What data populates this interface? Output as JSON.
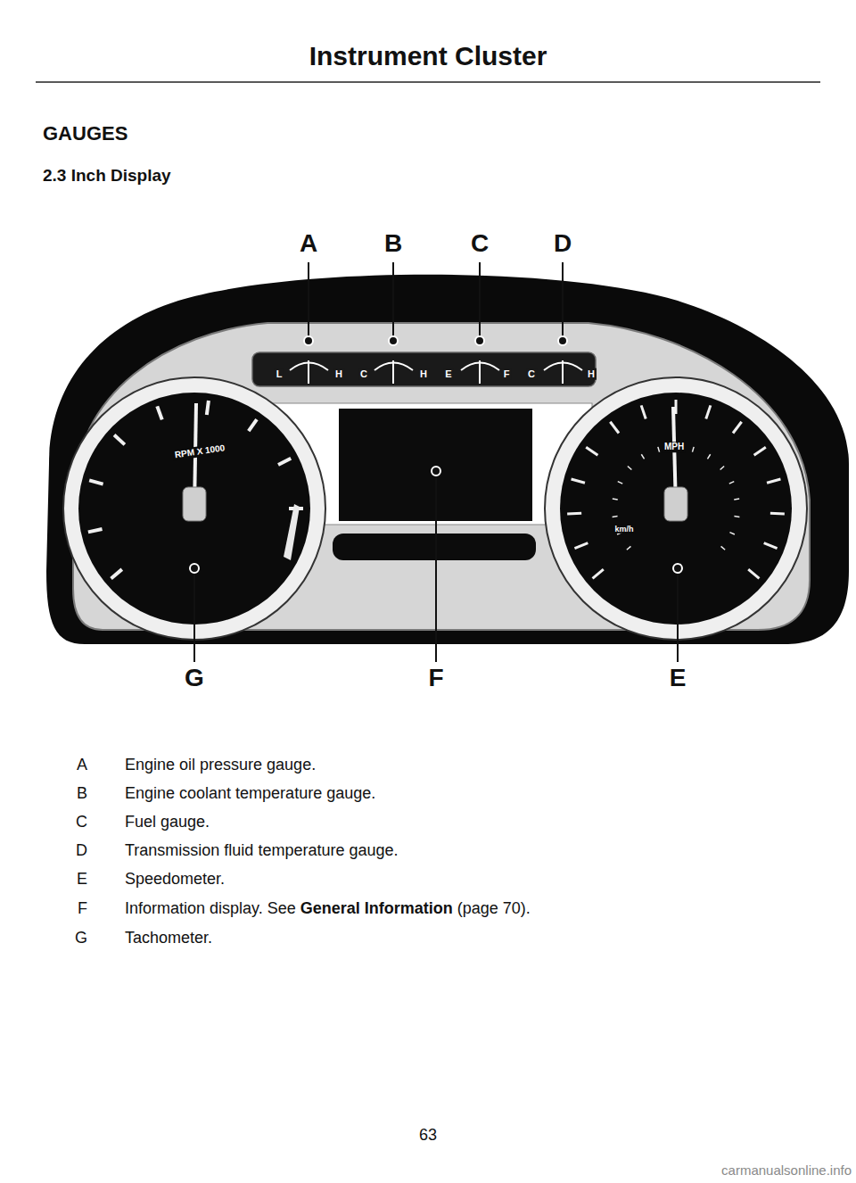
{
  "diagram": {
    "title": "Instrument Cluster",
    "labels": [
      "GAUGES",
      "2.3 Inch Display",
      "A",
      "B",
      "C",
      "D",
      "L",
      "H",
      "C",
      "H",
      "E",
      "F",
      "C",
      "H",
      "RPM X 1000",
      "MPH",
      "km/h",
      "G",
      "F",
      "E",
      "A",
      "Engine oil pressure gauge.",
      "B",
      "Engine coolant temperature gauge.",
      "C",
      "Fuel gauge.",
      "D",
      "Transmission fluid temperature gauge.",
      "E",
      "Speedometer.",
      "F",
      "Information display. See",
      "General Information",
      "(page 70).",
      "G",
      "Tachometer.",
      "63",
      "carmanualsonline.info"
    ]
  }
}
